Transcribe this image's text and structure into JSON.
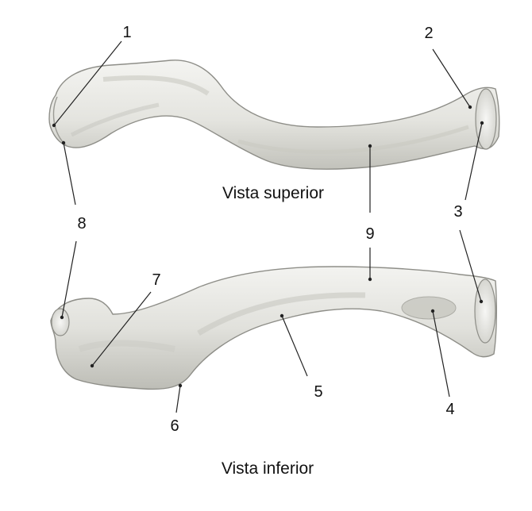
{
  "views": {
    "superior": {
      "caption": "Vista superior"
    },
    "inferior": {
      "caption": "Vista inferior"
    }
  },
  "labels": {
    "n1": "1",
    "n2": "2",
    "n3_top": "3",
    "n3_bottom": "3",
    "n4": "4",
    "n5": "5",
    "n6": "6",
    "n7": "7",
    "n8": "8",
    "n9_top": "9",
    "n9_bottom": "9"
  },
  "colors": {
    "bone_light": "#f1f1ee",
    "bone_mid": "#dcdcd6",
    "bone_shadow": "#b9b9b2",
    "bone_outline": "#8e8e88",
    "leader": "#222222"
  }
}
